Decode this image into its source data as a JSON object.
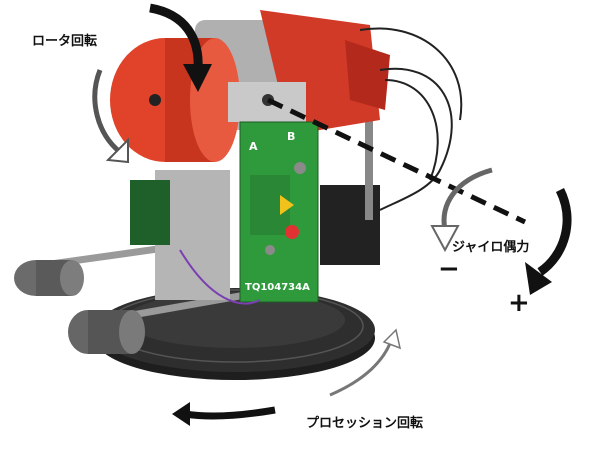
{
  "labels": {
    "rotor_rotation": "ロータ回転",
    "gyro_couple": "ジャイロ偶力",
    "precession_rotation": "プロセッション回転",
    "minus_sign": "−",
    "plus_sign": "+"
  },
  "pcb": {
    "part_number": "TQ104734A",
    "marker_a": "A",
    "marker_b": "B"
  },
  "colors": {
    "rotor_red": "#e0432a",
    "pcb_green": "#2f9a3c",
    "base_black": "#1e1e1e",
    "arrow_black": "#111111"
  }
}
